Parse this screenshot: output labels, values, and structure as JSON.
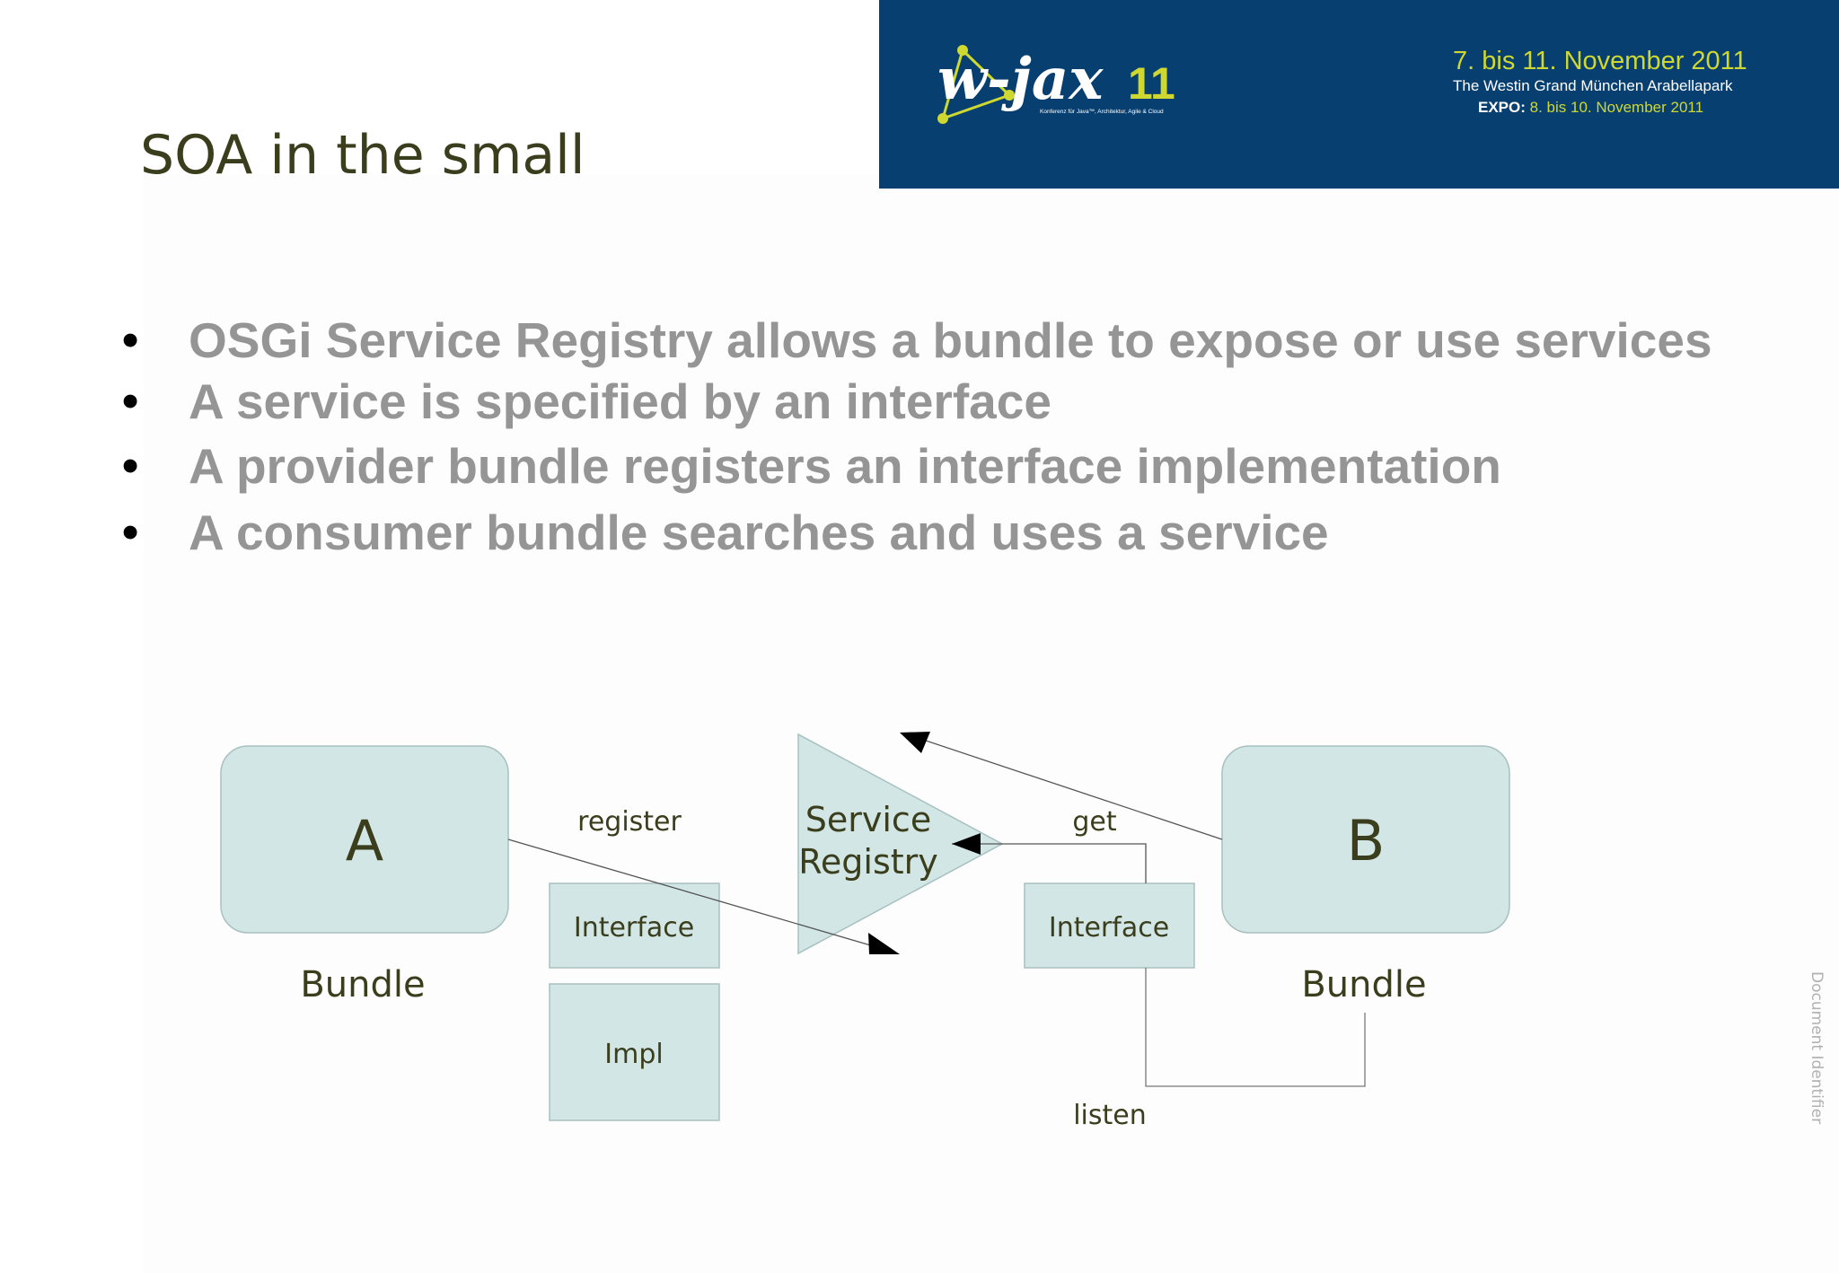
{
  "slide": {
    "title": "SOA in the small",
    "doc_identifier": "Document Identifier"
  },
  "banner": {
    "logo_text": "w-jax",
    "logo_number": "11",
    "logo_tagline": "Konferenz für Java™, Architektur, Agile & Cloud",
    "dates": "7. bis 11. November 2011",
    "venue": "The Westin Grand München Arabellapark",
    "expo_label": "EXPO:",
    "expo_dates": "8. bis 10. November 2011",
    "colors": {
      "background": "#073f70",
      "accent": "#cfd830",
      "text": "#ffffff"
    }
  },
  "bullets": [
    "OSGi Service Registry allows a bundle to expose or use services",
    "A service is specified by an interface",
    "A provider  bundle registers an interface implementation",
    "A consumer bundle searches and uses a service"
  ],
  "diagram": {
    "bundle_a": {
      "letter": "A",
      "caption": "Bundle"
    },
    "bundle_b": {
      "letter": "B",
      "caption": "Bundle"
    },
    "registry": {
      "line1": "Service",
      "line2": "Registry"
    },
    "edge_labels": {
      "register": "register",
      "get": "get",
      "listen": "listen"
    },
    "interface_left": "Interface",
    "impl": "Impl",
    "interface_right": "Interface",
    "colors": {
      "box_fill": "#d2e6e6",
      "box_stroke": "#a8c0c0",
      "text": "#3b3e1c"
    }
  }
}
